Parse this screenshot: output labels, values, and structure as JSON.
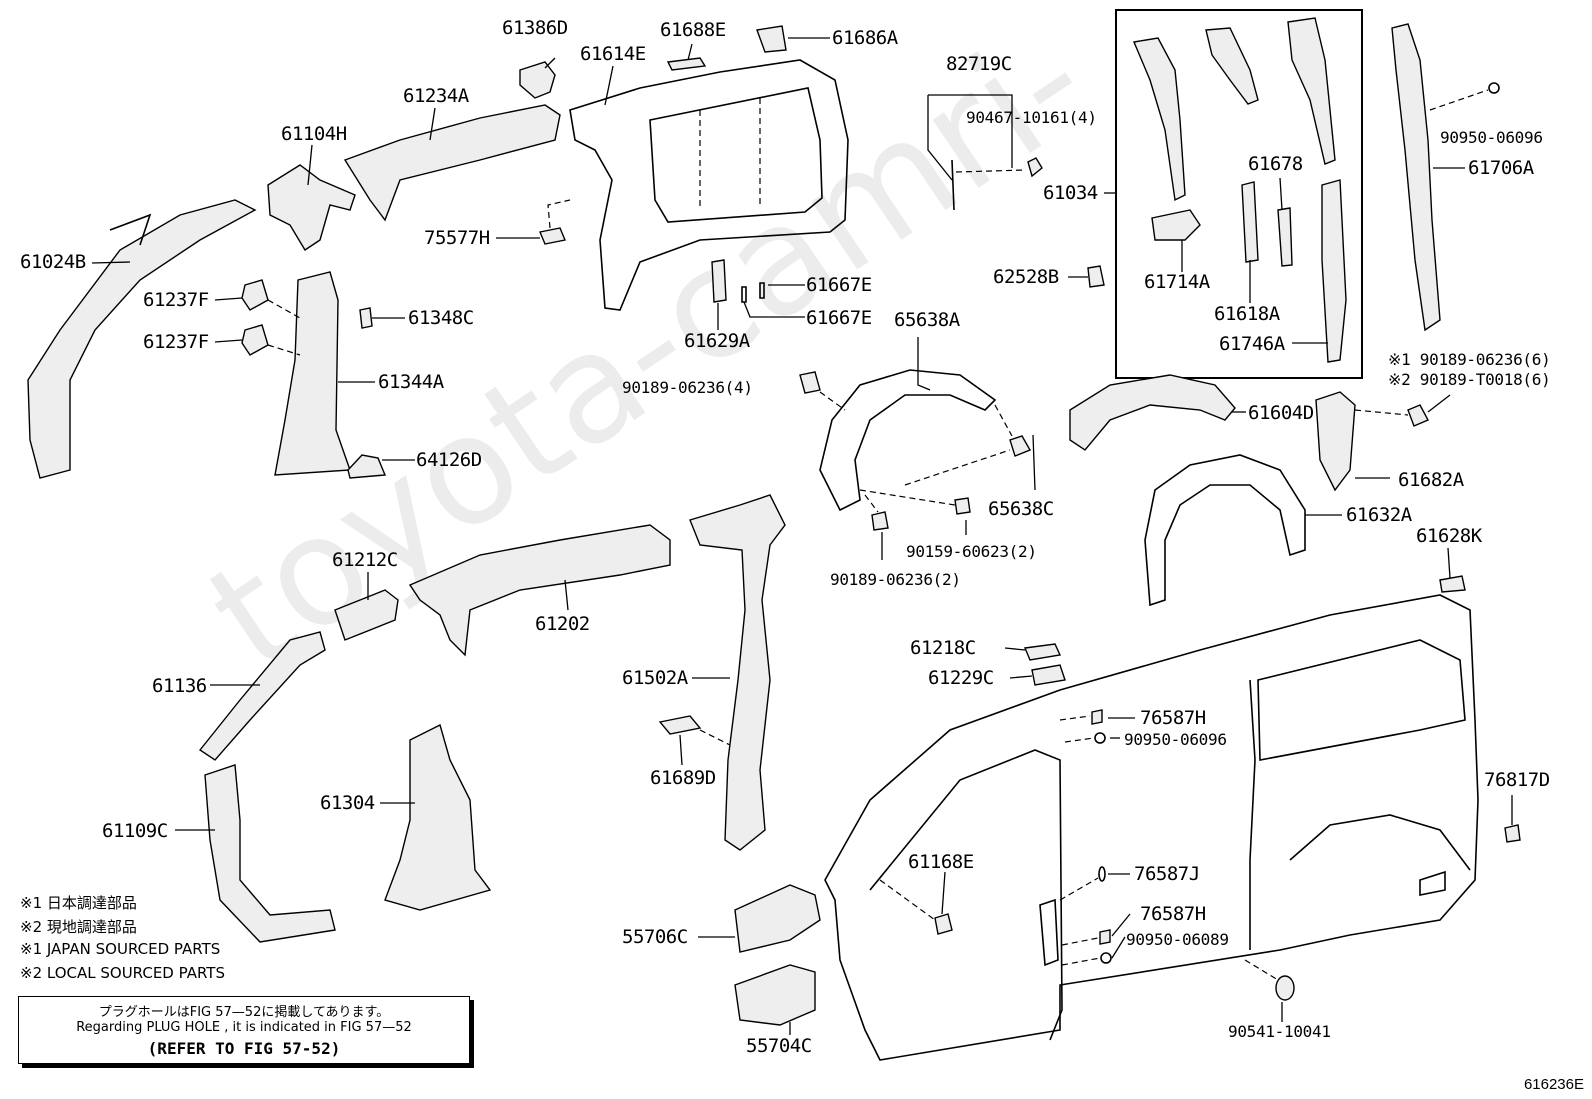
{
  "watermark": "toyota-camri-",
  "figure_id": "616236E",
  "notes": {
    "jp1": "※1 日本調達部品",
    "jp2": "※2 現地調達部品",
    "en1": "※1 JAPAN SOURCED PARTS",
    "en2": "※2 LOCAL SOURCED PARTS"
  },
  "reference": {
    "jp": "プラグホールはFIG 57—52に掲載してあります。",
    "en": "Regarding PLUG HOLE , it is indicated in FIG 57—52",
    "refer": "(REFER TO FIG 57-52)"
  },
  "labels": {
    "p61386D": "61386D",
    "p61688E": "61688E",
    "p61686A": "61686A",
    "p61614E": "61614E",
    "p61234A": "61234A",
    "p61104H": "61104H",
    "p61024B": "61024B",
    "p75577H": "75577H",
    "p61237F_a": "61237F",
    "p61237F_b": "61237F",
    "p61348C": "61348C",
    "p61344A": "61344A",
    "p64126D": "64126D",
    "p61667E_a": "61667E",
    "p61667E_b": "61667E",
    "p61629A": "61629A",
    "p82719C": "82719C",
    "p90467": "90467-10161(4)",
    "p61034": "61034",
    "p62528B": "62528B",
    "p61678": "61678",
    "p61714A": "61714A",
    "p61618A": "61618A",
    "p61746A": "61746A",
    "p90950_a": "90950-06096",
    "p61706A": "61706A",
    "p65638A": "65638A",
    "p90189_4": "90189-06236(4)",
    "p65638C": "65638C",
    "p90159": "90159-60623(2)",
    "p90189_2": "90189-06236(2)",
    "p61604D": "61604D",
    "p90189_6": "※1 90189-06236(6)",
    "p90189T": "※2 90189-T0018(6)",
    "p61682A": "61682A",
    "p61632A": "61632A",
    "p61628K": "61628K",
    "p61212C": "61212C",
    "p61202": "61202",
    "p61136": "61136",
    "p61502A": "61502A",
    "p61689D": "61689D",
    "p61304": "61304",
    "p61109C": "61109C",
    "p61218C": "61218C",
    "p61229C": "61229C",
    "p76587H_a": "76587H",
    "p90950_b": "90950-06096",
    "p76817D": "76817D",
    "p61168E": "61168E",
    "p76587J": "76587J",
    "p76587H_b": "76587H",
    "p90950_c": "90950-06089",
    "p55706C": "55706C",
    "p55704C": "55704C",
    "p90541": "90541-10041"
  }
}
